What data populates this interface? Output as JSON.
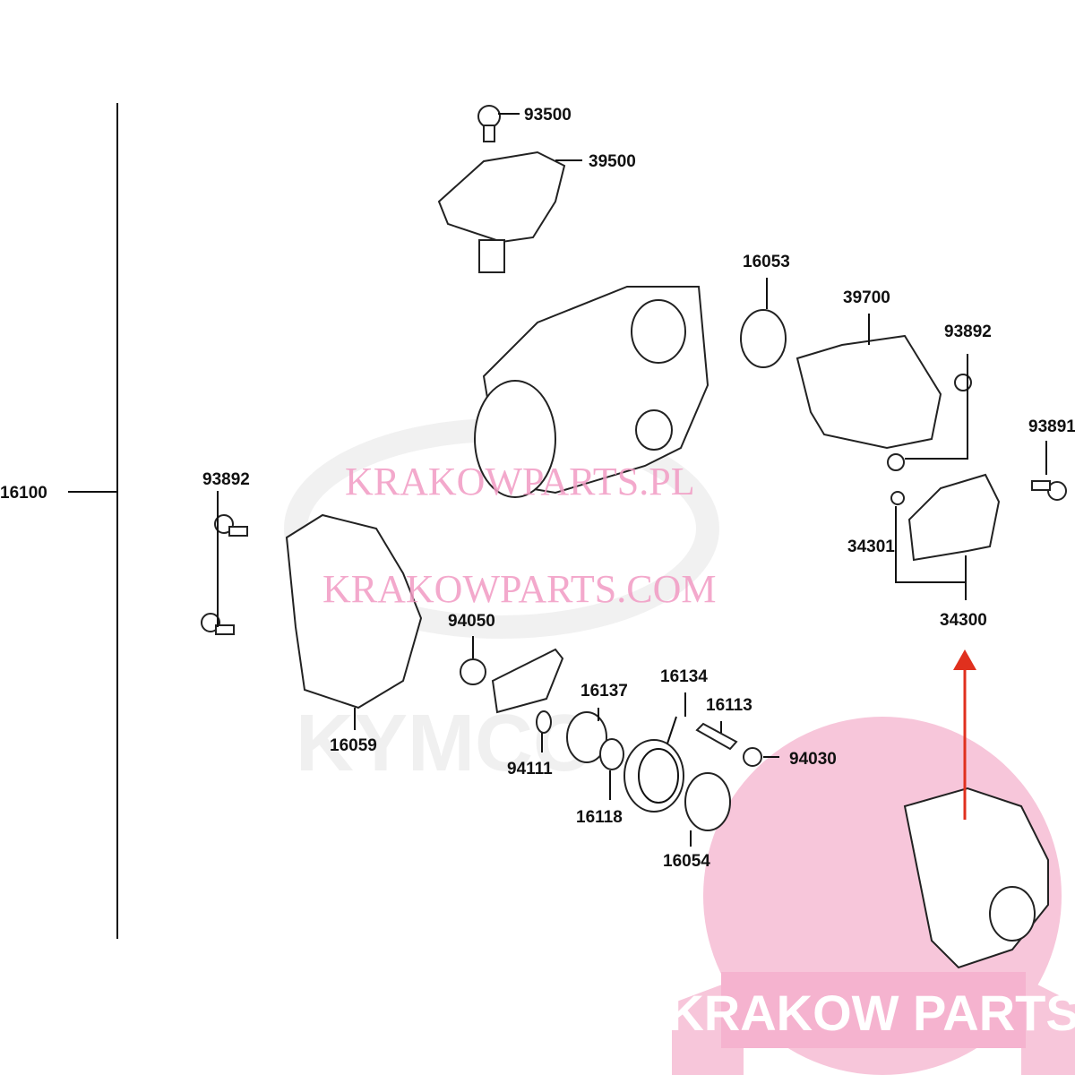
{
  "diagram": {
    "assembly_label": "16100",
    "parts": [
      {
        "id": "93500"
      },
      {
        "id": "39500"
      },
      {
        "id": "16053"
      },
      {
        "id": "39700"
      },
      {
        "id": "93892"
      },
      {
        "id": "93891"
      },
      {
        "id": "93892"
      },
      {
        "id": "34301"
      },
      {
        "id": "34300"
      },
      {
        "id": "94050"
      },
      {
        "id": "16137"
      },
      {
        "id": "16134"
      },
      {
        "id": "16113"
      },
      {
        "id": "94030"
      },
      {
        "id": "16059"
      },
      {
        "id": "94111"
      },
      {
        "id": "16118"
      },
      {
        "id": "16054"
      }
    ],
    "arrow_color": "#e0301e"
  },
  "watermarks": {
    "line1": "KRAKOWPARTS.PL",
    "line2": "KRAKOWPARTS.COM",
    "background_logo": "KYMCO",
    "brand_logo": "KRAKOW PARTS",
    "brand_color": "#f7c6da"
  }
}
